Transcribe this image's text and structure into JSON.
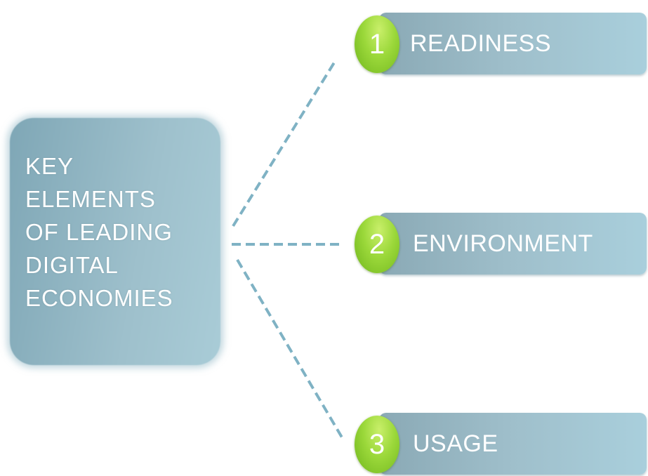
{
  "central_topic": {
    "text": "KEY\nELEMENTS\nOF LEADING\nDIGITAL\nECONOMIES"
  },
  "items": [
    {
      "number": "1",
      "label": "READINESS"
    },
    {
      "number": "2",
      "label": "ENVIRONMENT"
    },
    {
      "number": "3",
      "label": "USAGE"
    }
  ],
  "colors": {
    "box": "#9ec0cc",
    "badge": "#8dcc2e",
    "connector": "#7fb2c4",
    "text": "#ffffff"
  }
}
